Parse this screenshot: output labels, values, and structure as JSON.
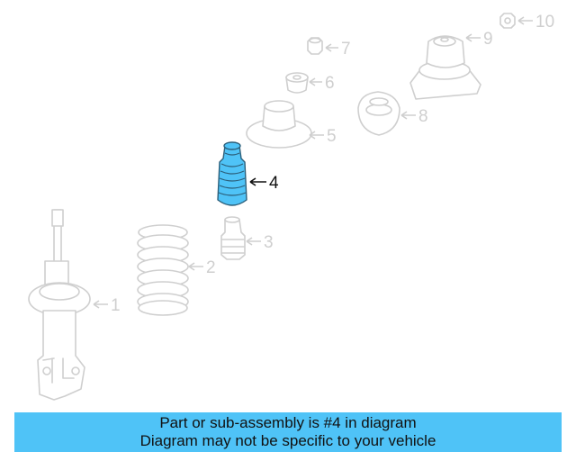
{
  "diagram": {
    "callouts": [
      "1",
      "2",
      "3",
      "4",
      "5",
      "6",
      "7",
      "8",
      "9",
      "10"
    ],
    "highlighted": "4",
    "highlight_color": "#4fc3f7",
    "ghost_color": "#cfcfcf"
  },
  "banner": {
    "line1": "Part or sub-assembly is #4 in diagram",
    "line2": "Diagram may not be specific to your vehicle",
    "color": "#4fc3f7"
  }
}
